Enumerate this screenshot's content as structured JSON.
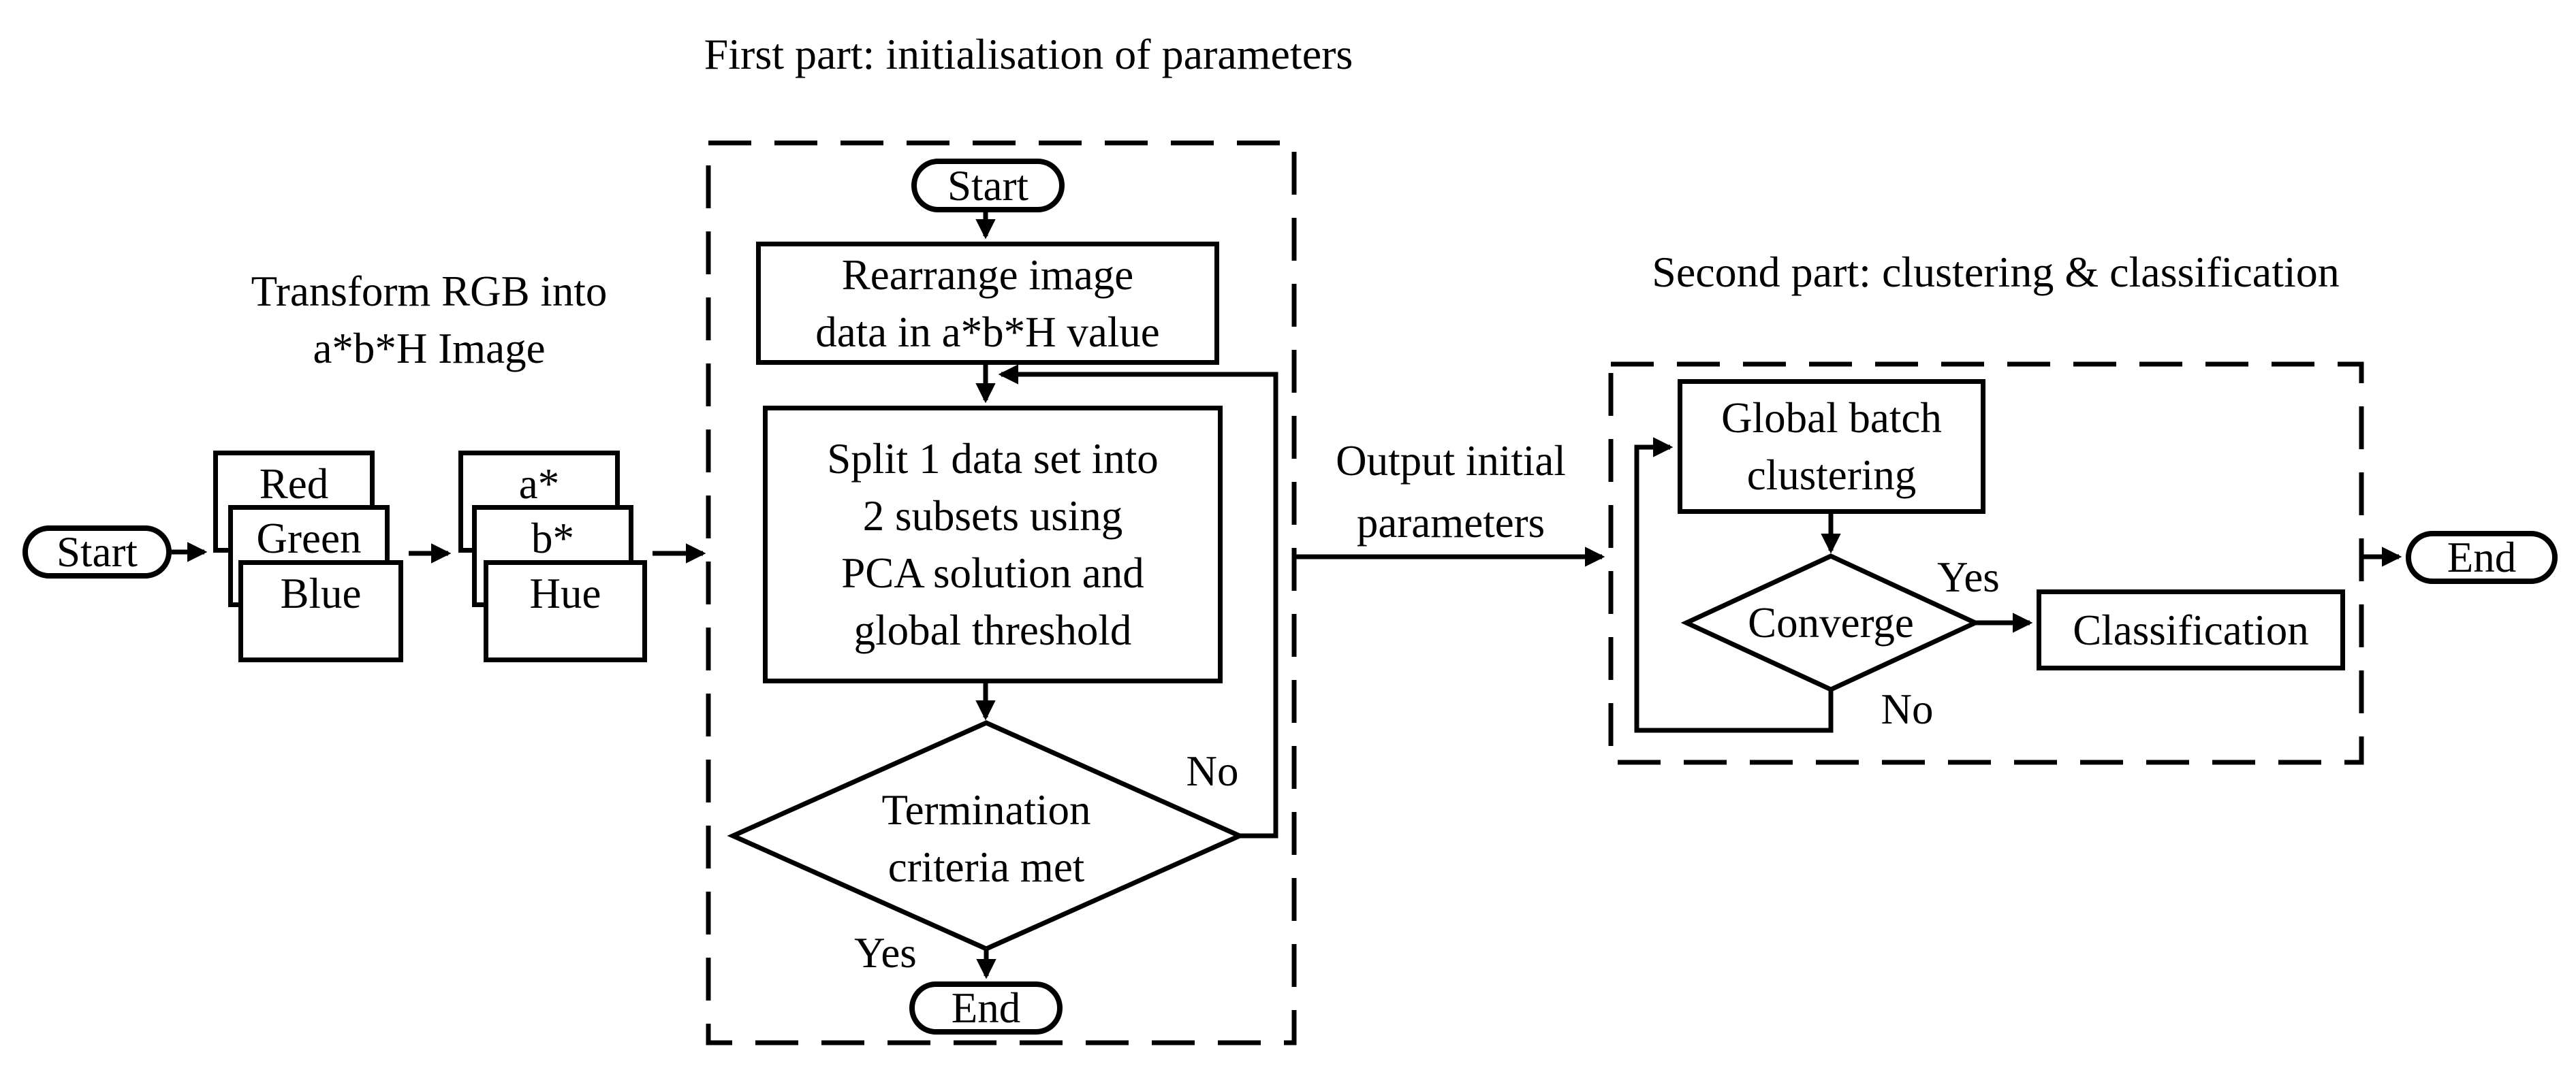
{
  "colors": {
    "ink": "#000000",
    "paper": "#ffffff"
  },
  "diagram": {
    "part1_title": "First part: initialisation of parameters",
    "part2_title": "Second part: clustering & classification",
    "transform_label": {
      "line1": "Transform RGB into",
      "line2": "a*b*H Image"
    },
    "left_flow": {
      "start": "Start",
      "rgb_cards": {
        "red": "Red",
        "green": "Green",
        "blue": "Blue"
      },
      "abh_cards": {
        "a": "a*",
        "b": "b*",
        "hue": "Hue"
      }
    },
    "part1": {
      "start": "Start",
      "rearrange": {
        "line1": "Rearrange image",
        "line2": "data in a*b*H value"
      },
      "split": {
        "line1": "Split 1 data set into",
        "line2": "2 subsets using",
        "line3": "PCA solution and",
        "line4": "global threshold"
      },
      "termination": {
        "line1": "Termination",
        "line2": "criteria met"
      },
      "no": "No",
      "yes": "Yes",
      "end": "End"
    },
    "output_label": {
      "line1": "Output initial",
      "line2": "parameters"
    },
    "part2": {
      "global": {
        "line1": "Global batch",
        "line2": "clustering"
      },
      "converge": "Converge",
      "yes": "Yes",
      "no": "No",
      "classification": "Classification",
      "end": "End"
    }
  }
}
